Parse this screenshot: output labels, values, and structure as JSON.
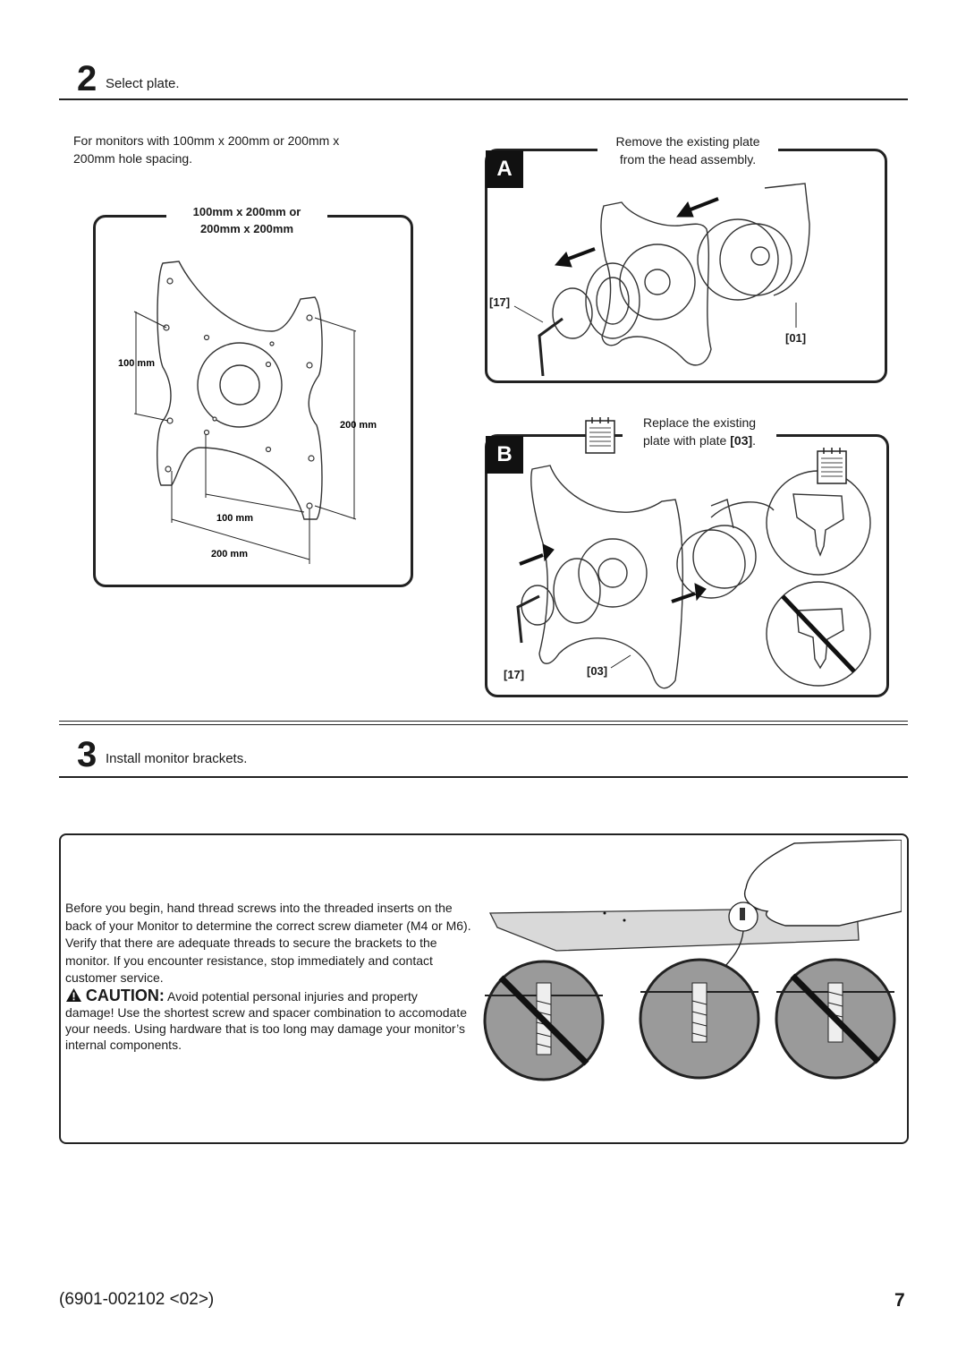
{
  "step2": {
    "number": "2",
    "title": "Select plate.",
    "intro": "For monitors with 100mm x 200mm or 200mm x 200mm hole spacing.",
    "plate_panel": {
      "title_line1": "100mm x 200mm or",
      "title_line2": "200mm x 200mm",
      "dim_100_vertical": "100 mm",
      "dim_200_vertical": "200 mm",
      "dim_100_horizontal": "100 mm",
      "dim_200_horizontal": "200 mm"
    },
    "panel_a": {
      "badge": "A",
      "caption_line1": "Remove the existing plate",
      "caption_line2": "from the head assembly.",
      "part_17": "[17]",
      "part_01": "[01]"
    },
    "panel_b": {
      "badge": "B",
      "caption_line1": "Replace the existing",
      "caption_line2_prefix": "plate with plate ",
      "caption_line2_part": "[03]",
      "caption_line2_suffix": ".",
      "part_17": "[17]",
      "part_03": "[03]"
    }
  },
  "step3": {
    "number": "3",
    "title": "Install monitor brackets.",
    "instructions": "Before you begin, hand thread screws into the threaded inserts on the back of your Monitor to determine the correct screw diameter (M4 or M6). Verify that there are adequate threads to secure the brackets to the monitor. If you encounter resistance, stop immediately and contact customer service.",
    "caution_label": "CAUTION:",
    "caution_text": "Avoid potential personal injuries and property damage! Use the shortest screw and spacer combination to accomodate your needs. Using hardware that is too long may damage your monitor’s internal components."
  },
  "footer": {
    "doc_code": "(6901-002102 <02>)",
    "page_number": "7"
  },
  "icons": [
    "notepad-icon",
    "warning-triangle-icon",
    "no-symbol-icon",
    "arrow-icon",
    "hex-key-icon"
  ]
}
